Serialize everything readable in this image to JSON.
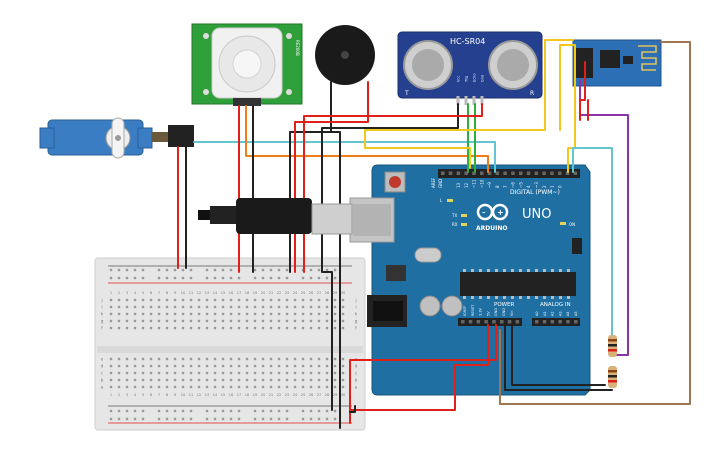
{
  "components": {
    "ultrasonic": {
      "label": "HC-SR04",
      "side_t": "T",
      "side_r": "R",
      "pins": [
        "Vcc",
        "Trig",
        "Echo",
        "Gnd"
      ]
    },
    "pir": {
      "pins_label": "RE200B"
    },
    "arduino": {
      "logo": "ARDUINO",
      "model": "UNO",
      "digital_label": "DIGITAL (PWM~)",
      "power_label": "POWER",
      "analog_label": "ANALOG IN",
      "tx": "TX",
      "rx": "RX",
      "on": "ON",
      "l": "L",
      "aref": "AREF",
      "gnd": "GND",
      "txrx_header": "TX▸1",
      "power_pins": [
        "IOREF",
        "RESET",
        "3.3V",
        "5V",
        "GND",
        "GND",
        "Vin"
      ],
      "analog_pins": [
        "A0",
        "A1",
        "A2",
        "A3",
        "A4",
        "A5"
      ],
      "digital_pins": [
        "13",
        "12",
        "~11",
        "~10",
        "~9",
        "8",
        "7",
        "~6",
        "~5",
        "4",
        "~3",
        "2",
        "1",
        "0"
      ]
    },
    "breadboard": {
      "col_numbers": [
        "1",
        "2",
        "3",
        "4",
        "5",
        "6",
        "7",
        "8",
        "9",
        "10",
        "11",
        "12",
        "13",
        "14",
        "15",
        "16",
        "17",
        "18",
        "19",
        "20",
        "21",
        "22",
        "23",
        "24",
        "25",
        "26",
        "27",
        "28",
        "29",
        "30"
      ],
      "rows_top": [
        "j",
        "i",
        "h",
        "g",
        "f"
      ],
      "rows_bottom": [
        "e",
        "d",
        "c",
        "b",
        "a"
      ]
    }
  },
  "colors": {
    "wire_red": "#e0201b",
    "wire_black": "#222222",
    "wire_orange": "#ef7d1a",
    "wire_yellow": "#f1c81c",
    "wire_green": "#2fae3f",
    "wire_cyan": "#64c5cf",
    "wire_purple": "#8b34a8",
    "wire_brown": "#a07650",
    "arduino_blue": "#1f6fa3",
    "breadboard": "#e8e8e8"
  }
}
